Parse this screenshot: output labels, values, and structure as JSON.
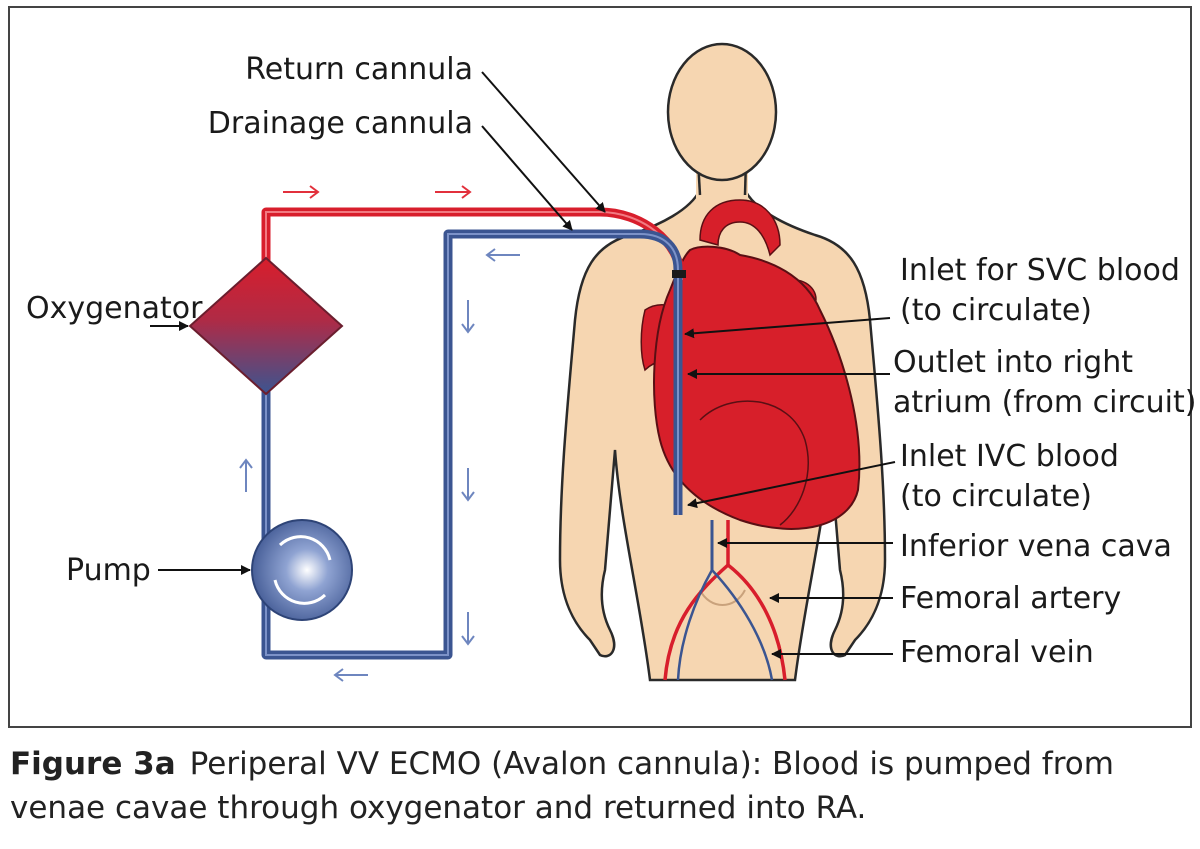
{
  "labels": {
    "return_cannula": "Return cannula",
    "drainage_cannula": "Drainage cannula",
    "oxygenator": "Oxygenator",
    "pump": "Pump",
    "inlet_svc_line1": "Inlet for SVC blood",
    "inlet_svc_line2": "(to circulate)",
    "outlet_ra_line1": "Outlet into right",
    "outlet_ra_line2": "atrium (from circuit)",
    "inlet_ivc_line1": "Inlet IVC blood",
    "inlet_ivc_line2": "(to circulate)",
    "inferior_vena_cava": "Inferior vena cava",
    "femoral_artery": "Femoral artery",
    "femoral_vein": "Femoral vein"
  },
  "caption": {
    "label": "Figure 3a",
    "text": "Periperal VV ECMO (Avalon cannula): Blood is pumped from venae cavae through oxygenator and returned into RA."
  },
  "colors": {
    "oxygenated": "#d81e2c",
    "deoxygenated": "#3b5591",
    "skin": "#f6d6b1",
    "heart": "#d71f2a",
    "arrow_red": "#e2303c",
    "arrow_blue": "#6e86bf"
  }
}
